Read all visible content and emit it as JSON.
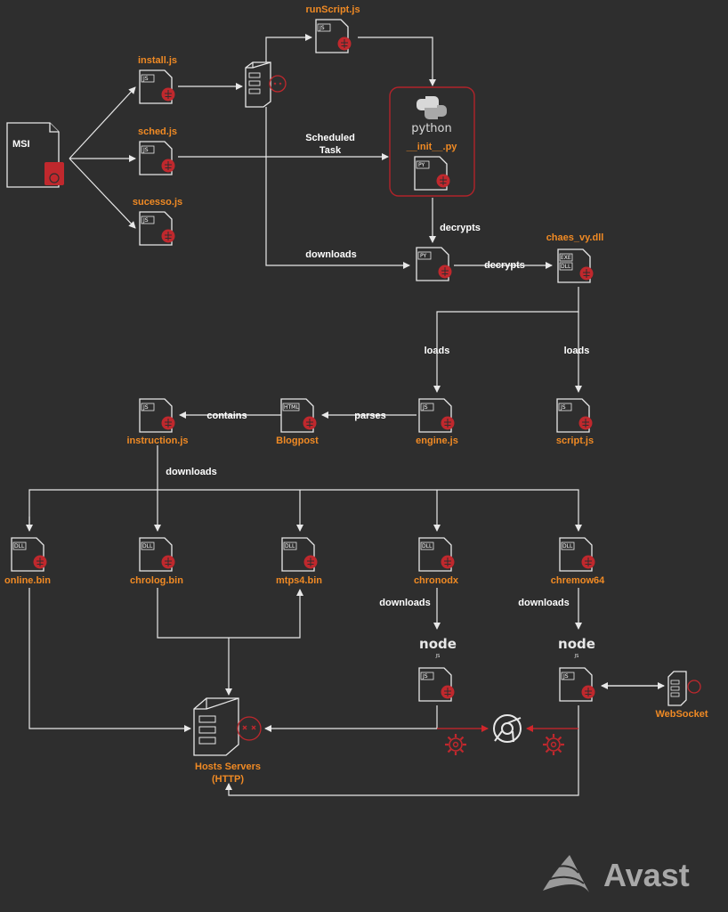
{
  "files": {
    "msi": {
      "tag": "MSI"
    },
    "install": {
      "label": "install.js",
      "tag": "JS"
    },
    "sched": {
      "label": "sched.js",
      "tag": "JS"
    },
    "sucesso": {
      "label": "sucesso.js",
      "tag": "JS"
    },
    "runscript": {
      "label": "runScript.js",
      "tag": "JS"
    },
    "init_py": {
      "label": "__init__.py",
      "tag": "PY"
    },
    "decrypted_py": {
      "tag": "PY"
    },
    "chaes": {
      "label": "chaes_vy.dll",
      "tag1": "EXE",
      "tag2": "DLL"
    },
    "engine": {
      "label": "engine.js",
      "tag": "JS"
    },
    "script": {
      "label": "script.js",
      "tag": "JS"
    },
    "blogpost": {
      "label": "Blogpost",
      "tag": "HTML"
    },
    "instruction": {
      "label": "instruction.js",
      "tag": "JS"
    },
    "online": {
      "label": "online.bin",
      "tag": "DLL"
    },
    "chrolog": {
      "label": "chrolog.bin",
      "tag": "DLL"
    },
    "mtps4": {
      "label": "mtps4.bin",
      "tag": "DLL"
    },
    "chronodx": {
      "label": "chronodx",
      "tag": "DLL"
    },
    "chremow": {
      "label": "chremow64",
      "tag": "DLL"
    },
    "node_js1": {
      "tag": "JS"
    },
    "node_js2": {
      "tag": "JS"
    }
  },
  "python_logo": {
    "text": "python"
  },
  "node_logos": {
    "text": "node",
    "sub": "JS"
  },
  "edges": {
    "scheduled_task_1": "Scheduled",
    "scheduled_task_2": "Task",
    "decrypts_1": "decrypts",
    "downloads_1": "downloads",
    "decrypts_2": "decrypts",
    "loads_1": "loads",
    "loads_2": "loads",
    "parses": "parses",
    "contains": "contains",
    "downloads_2": "downloads",
    "downloads_3": "downloads",
    "downloads_4": "downloads"
  },
  "servers": {
    "hosts_1": "Hosts Servers",
    "hosts_2": "(HTTP)",
    "websocket": "WebSocket"
  },
  "brand": {
    "name": "Avast"
  },
  "colors": {
    "background": "#2e2e2e",
    "accent": "#f08a24",
    "danger": "#c0282d",
    "line": "#e8e8e8"
  }
}
